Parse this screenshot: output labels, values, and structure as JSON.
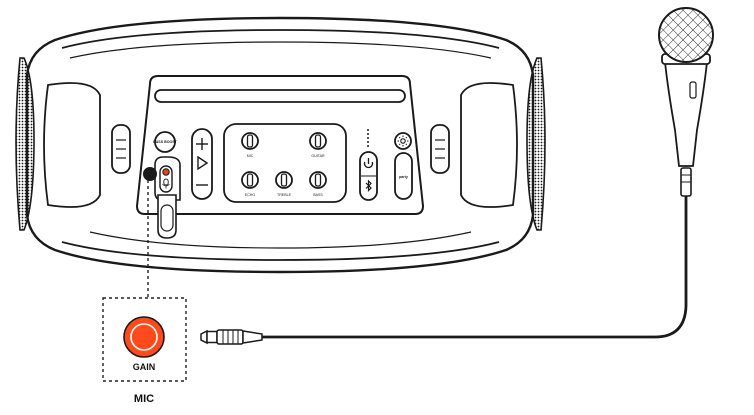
{
  "colors": {
    "stroke": "#1a1a1a",
    "gain_knob": "#ff4a1c",
    "port_dot": "#e8401c",
    "dashed": "#222222",
    "background": "#ffffff"
  },
  "speaker": {
    "bass_button": "BASS BOOST",
    "knob_labels": [
      "MIC",
      "GUITAR",
      "ECHO",
      "TREBLE",
      "BASS"
    ],
    "party_button": "party",
    "icons": [
      "volume-up-icon",
      "play-icon",
      "volume-down-icon",
      "power-icon",
      "bluetooth-icon",
      "light-icon",
      "mic-icon"
    ]
  },
  "callout": {
    "knob_label": "GAIN",
    "caption": "MIC"
  },
  "microphone": {
    "icons": [
      "microphone-icon",
      "audio-jack-icon"
    ]
  }
}
